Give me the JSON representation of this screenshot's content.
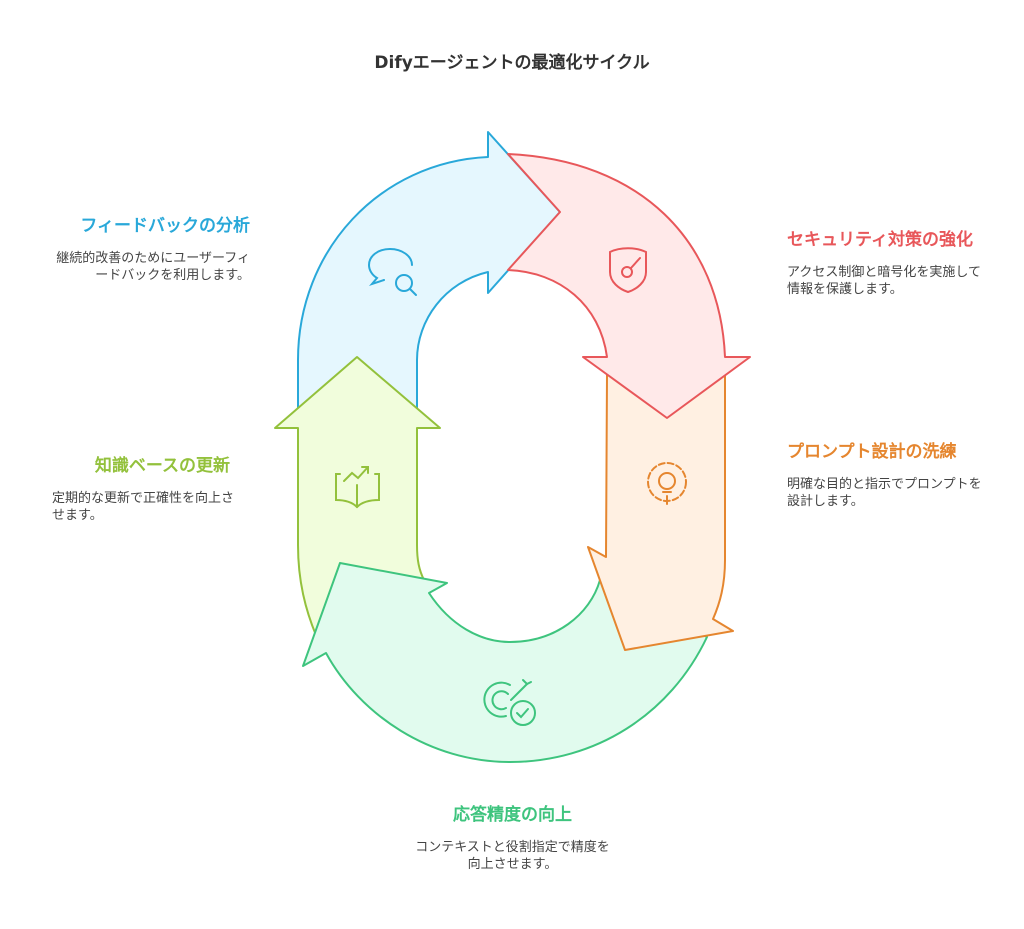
{
  "title": "Difyエージェントの最適化サイクル",
  "steps": [
    {
      "id": "feedback",
      "title": "フィードバックの分析",
      "description": "継続的改善のためにユーザーフィードバックを利用します。",
      "icon": "chat-search-icon",
      "color": "#29a8d9",
      "fill": "#e5f7fe"
    },
    {
      "id": "security",
      "title": "セキュリティ対策の強化",
      "description": "アクセス制御と暗号化を実施して情報を保護します。",
      "icon": "shield-key-icon",
      "color": "#e8575a",
      "fill": "#ffe9e9"
    },
    {
      "id": "prompt",
      "title": "プロンプト設計の洗練",
      "description": "明確な目的と指示でプロンプトを設計します。",
      "icon": "gear-bulb-icon",
      "color": "#e5862f",
      "fill": "#fff0e2"
    },
    {
      "id": "accuracy",
      "title": "応答精度の向上",
      "description": "コンテキストと役割指定で精度を向上させます。",
      "icon": "target-check-icon",
      "color": "#3ec47e",
      "fill": "#e1fbee"
    },
    {
      "id": "knowledge",
      "title": "知識ベースの更新",
      "description": "定期的な更新で正確性を向上させます。",
      "icon": "book-growth-icon",
      "color": "#93c13c",
      "fill": "#f1fddc"
    }
  ]
}
